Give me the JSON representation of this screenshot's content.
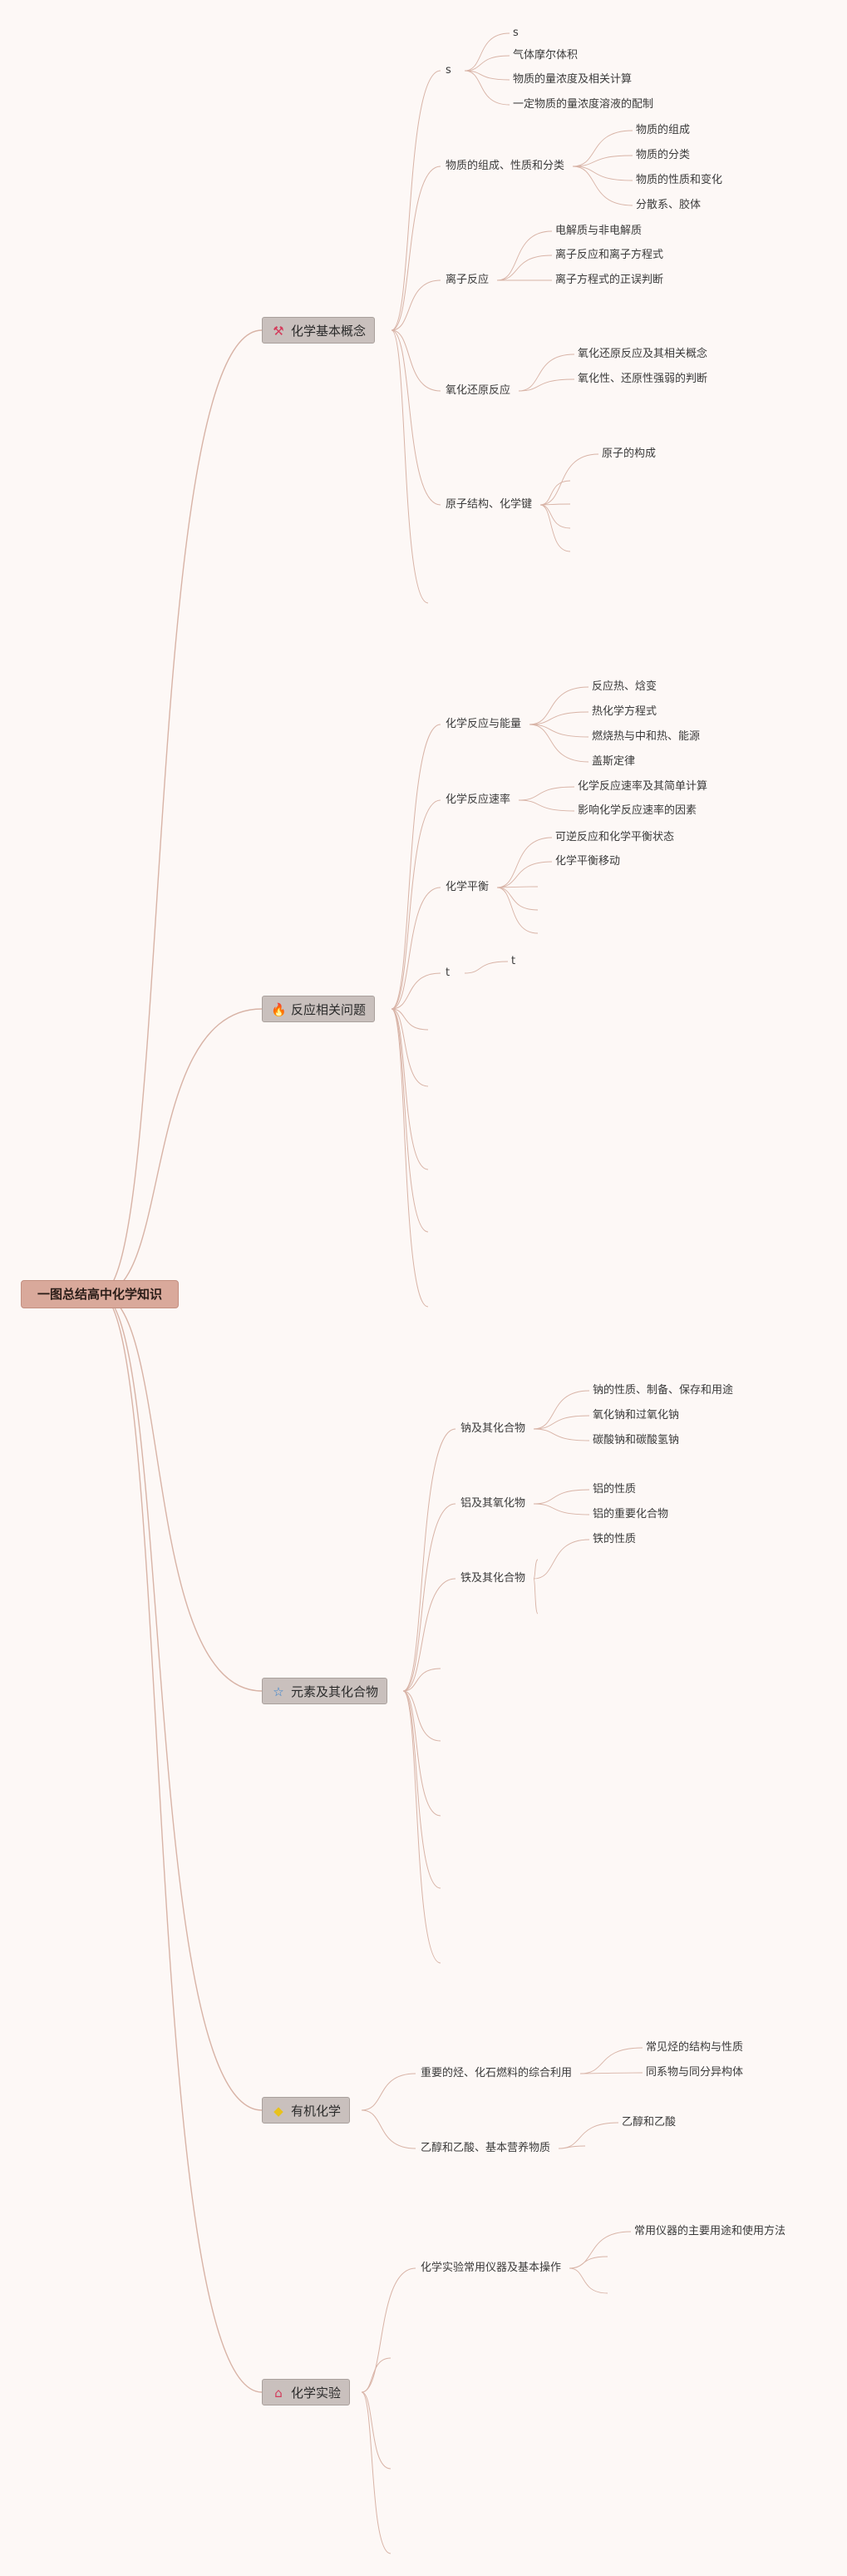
{
  "root": "一图总结高中化学知识",
  "branches": [
    {
      "label": "化学基本概念",
      "icon": "tools-icon",
      "glyph": "⚒",
      "glyph_color": "#d43a5a",
      "children": [
        {
          "label": "s",
          "children": [
            "s",
            "气体摩尔体积",
            "物质的量浓度及相关计算",
            "一定物质的量浓度溶液的配制"
          ]
        },
        {
          "label": "物质的组成、性质和分类",
          "children": [
            "物质的组成",
            "物质的分类",
            "物质的性质和变化",
            "分散系、胶体"
          ]
        },
        {
          "label": "离子反应",
          "children": [
            "电解质与非电解质",
            "离子反应和离子方程式",
            "离子方程式的正误判断"
          ]
        },
        {
          "label": "氧化还原反应",
          "children": [
            "氧化还原反应及其相关概念",
            "氧化性、还原性强弱的判断"
          ]
        },
        {
          "label": "原子结构、化学键",
          "children": [
            "原子的构成",
            "",
            "",
            "",
            ""
          ]
        },
        {
          "label": "",
          "children": []
        }
      ]
    },
    {
      "label": "反应相关问题",
      "icon": "fire-icon",
      "glyph": "🔥",
      "glyph_color": "#e0491d",
      "children": [
        {
          "label": "化学反应与能量",
          "children": [
            "反应热、焓变",
            "热化学方程式",
            "燃烧热与中和热、能源",
            "盖斯定律"
          ]
        },
        {
          "label": "化学反应速率",
          "children": [
            "化学反应速率及其简单计算",
            "影响化学反应速率的因素"
          ]
        },
        {
          "label": "化学平衡",
          "children": [
            "可逆反应和化学平衡状态",
            "化学平衡移动",
            "",
            "",
            ""
          ]
        },
        {
          "label": "t",
          "children": [
            "t"
          ]
        },
        {
          "label": "",
          "children": []
        },
        {
          "label": "",
          "children": []
        },
        {
          "label": "",
          "children": []
        },
        {
          "label": "",
          "children": []
        },
        {
          "label": "",
          "children": []
        }
      ]
    },
    {
      "label": "元素及其化合物",
      "icon": "star-icon",
      "glyph": "☆",
      "glyph_color": "#2f7fd0",
      "children": [
        {
          "label": "钠及其化合物",
          "children": [
            "钠的性质、制备、保存和用途",
            "氧化钠和过氧化钠",
            "碳酸钠和碳酸氢钠"
          ]
        },
        {
          "label": "铝及其氧化物",
          "children": [
            "铝的性质",
            "铝的重要化合物"
          ]
        },
        {
          "label": "铁及其化合物",
          "children": [
            "铁的性质",
            "",
            ""
          ]
        },
        {
          "label": "",
          "children": []
        },
        {
          "label": "",
          "children": []
        },
        {
          "label": "",
          "children": []
        },
        {
          "label": "",
          "children": []
        },
        {
          "label": "",
          "children": []
        }
      ]
    },
    {
      "label": "有机化学",
      "icon": "gem-icon",
      "glyph": "◆",
      "glyph_color": "#e8c21c",
      "children": [
        {
          "label": "重要的烃、化石燃料的综合利用",
          "children": [
            "常见烃的结构与性质",
            "同系物与同分异构体"
          ]
        },
        {
          "label": "乙醇和乙酸、基本营养物质",
          "children": [
            "乙醇和乙酸",
            ""
          ]
        }
      ]
    },
    {
      "label": "化学实验",
      "icon": "home-icon",
      "glyph": "⌂",
      "glyph_color": "#d43a5a",
      "children": [
        {
          "label": "化学实验常用仪器及基本操作",
          "children": [
            "常用仪器的主要用途和使用方法",
            "",
            ""
          ]
        },
        {
          "label": "",
          "children": []
        },
        {
          "label": "",
          "children": []
        },
        {
          "label": "",
          "children": []
        }
      ]
    }
  ]
}
